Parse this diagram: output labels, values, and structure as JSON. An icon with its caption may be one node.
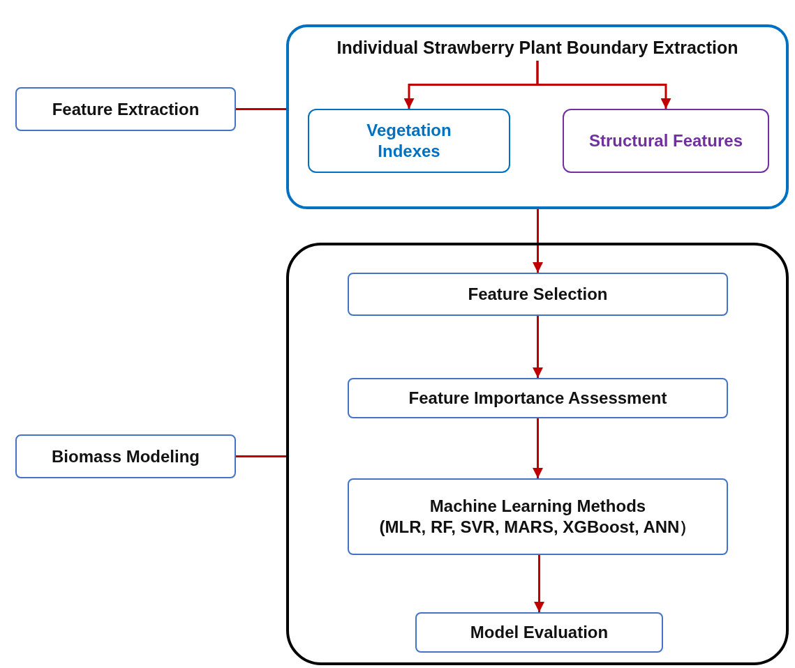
{
  "diagram": {
    "nodes": [
      {
        "text": [
          "Feature Extraction"
        ]
      },
      {
        "text": [],
        "shape": "box"
      },
      {
        "text": [
          "Individual Strawberry Plant Boundary Extraction"
        ],
        "in": 1
      },
      {
        "text": [
          "Vegetation Indexes"
        ],
        "in": 1
      },
      {
        "text": [
          "Structural Features"
        ],
        "in": 1
      },
      {
        "text": [
          "Biomass Modeling"
        ]
      },
      {
        "text": [],
        "shape": "box"
      },
      {
        "text": [
          "Feature Selection"
        ],
        "in": 6
      },
      {
        "text": [
          "Feature Importance Assessment"
        ],
        "in": 6
      },
      {
        "text": [
          "Machine Learning Methods",
          "(MLR, RF, SVR, MARS, XGBoost, ANN）"
        ],
        "in": 6
      },
      {
        "text": [
          "Model Evaluation"
        ],
        "in": 6
      }
    ],
    "edges": [
      {
        "from": 0,
        "to": 1,
        "arrow": "none"
      },
      {
        "from": 2,
        "to": 3,
        "arrow": "to"
      },
      {
        "from": 2,
        "to": 4,
        "arrow": "to"
      },
      {
        "from": 1,
        "to": 7,
        "arrow": "to"
      },
      {
        "from": 5,
        "to": 6,
        "arrow": "none"
      },
      {
        "from": 7,
        "to": 8,
        "arrow": "to"
      },
      {
        "from": 8,
        "to": 9,
        "arrow": "to"
      },
      {
        "from": 9,
        "to": 10,
        "arrow": "to"
      }
    ]
  }
}
